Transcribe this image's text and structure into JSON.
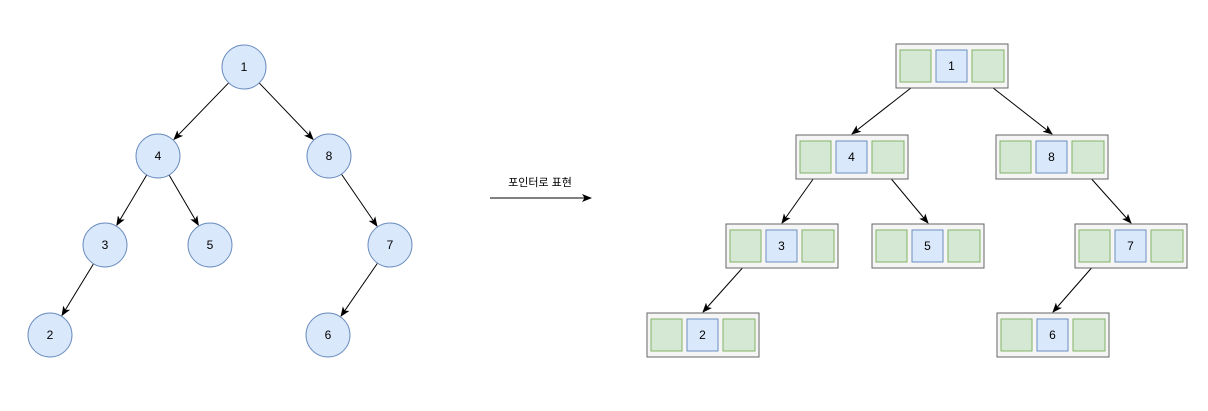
{
  "caption": "포인터로 표현",
  "tree": {
    "nodes": [
      "1",
      "4",
      "8",
      "3",
      "5",
      "7",
      "2",
      "6"
    ],
    "edges": [
      [
        "1",
        "4"
      ],
      [
        "1",
        "8"
      ],
      [
        "4",
        "3"
      ],
      [
        "4",
        "5"
      ],
      [
        "8",
        "7"
      ],
      [
        "3",
        "2"
      ],
      [
        "7",
        "6"
      ]
    ]
  },
  "pointer_tree": {
    "nodes": [
      "1",
      "4",
      "8",
      "3",
      "5",
      "7",
      "2",
      "6"
    ],
    "edges": [
      [
        "1",
        "4"
      ],
      [
        "1",
        "8"
      ],
      [
        "4",
        "3"
      ],
      [
        "4",
        "5"
      ],
      [
        "8",
        "7"
      ],
      [
        "3",
        "2"
      ],
      [
        "7",
        "6"
      ]
    ]
  },
  "colors": {
    "node_fill": "#dae8fc",
    "node_stroke": "#6c8ebf",
    "pointer_fill": "#d5e8d4",
    "pointer_stroke": "#82b366",
    "box_fill": "#f5f5f5",
    "box_stroke": "#666666"
  }
}
